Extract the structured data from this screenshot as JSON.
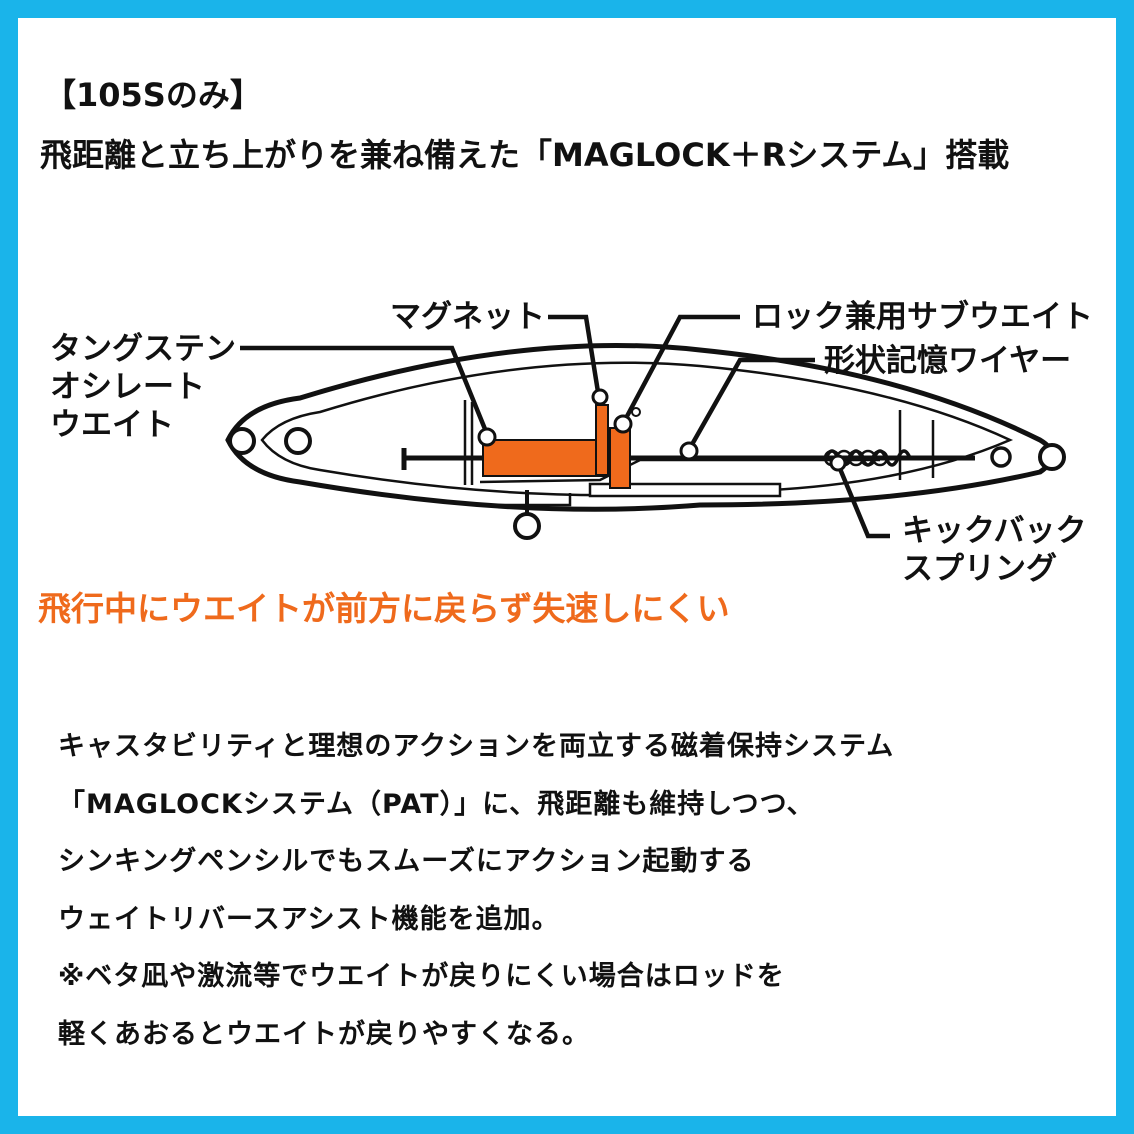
{
  "header": {
    "tag": "【105Sのみ】",
    "title": "飛距離と立ち上がりを兼ね備えた「MAGLOCK＋Rシステム」搭載"
  },
  "diagram": {
    "labels": {
      "tungsten": [
        "タングステン",
        "オシレート",
        "ウエイト"
      ],
      "magnet": "マグネット",
      "lock_subweight": "ロック兼用サブウエイト",
      "shape_memory_wire": "形状記憶ワイヤー",
      "kickback_spring": [
        "キックバック",
        "スプリング"
      ]
    },
    "note": "飛行中にウエイトが前方に戻らず失速しにくい",
    "colors": {
      "accent": "#ef6a1c",
      "border": "#1ab4ea",
      "ink": "#111111"
    }
  },
  "body": {
    "lines": [
      "キャスタビリティと理想のアクションを両立する磁着保持システム",
      "「MAGLOCKシステム（PAT）」に、飛距離も維持しつつ、",
      "シンキングペンシルでもスムーズにアクション起動する",
      "ウェイトリバースアシスト機能を追加。",
      "※ベタ凪や激流等でウエイトが戻りにくい場合はロッドを",
      "軽くあおるとウエイトが戻りやすくなる。"
    ]
  }
}
